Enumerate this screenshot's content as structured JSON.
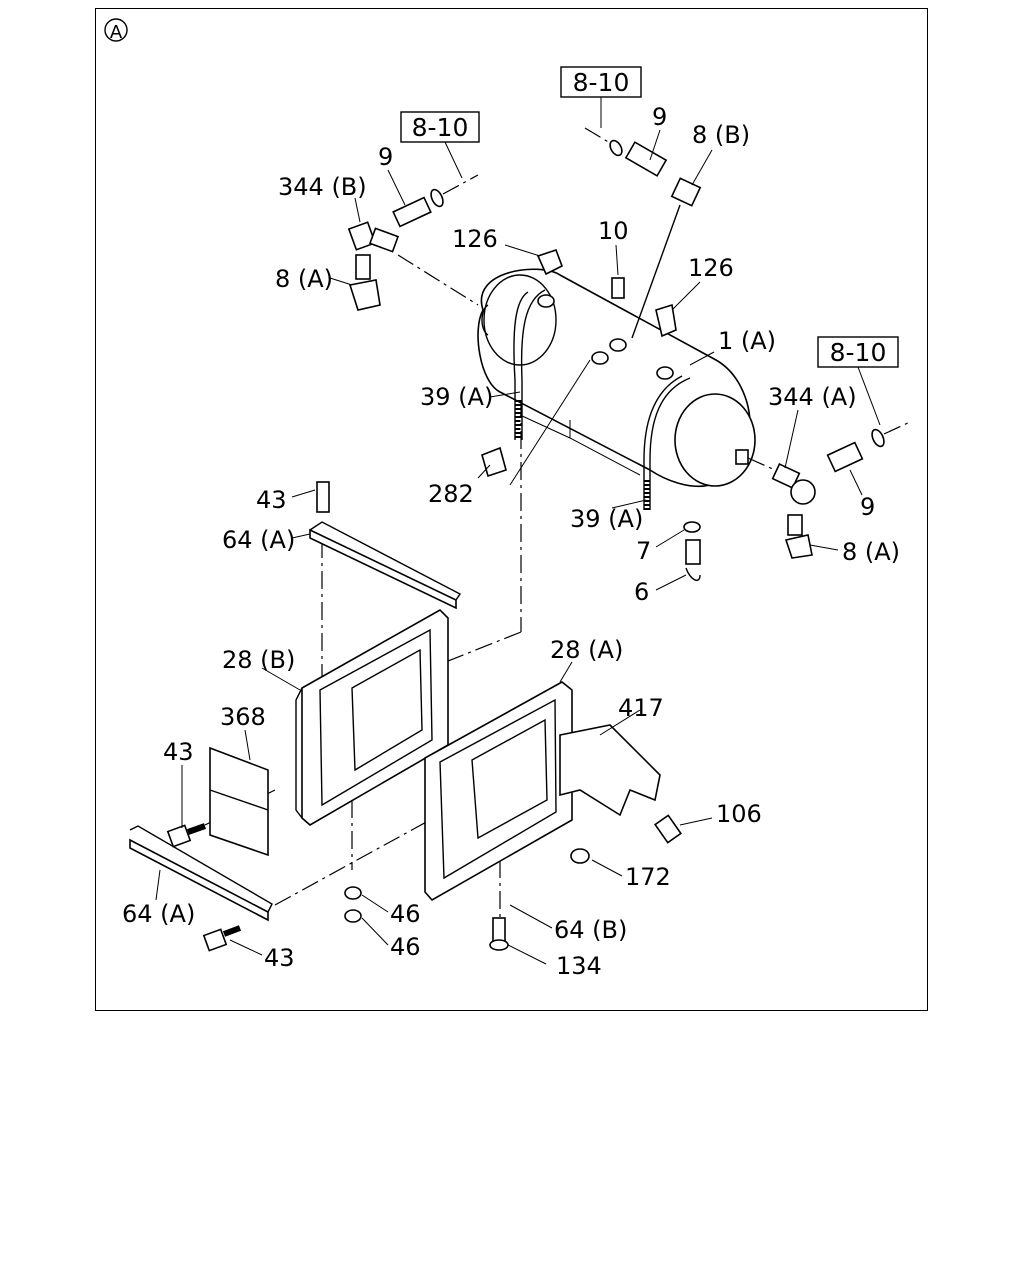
{
  "section_mark": "A",
  "colors": {
    "line": "#000000",
    "background": "#ffffff"
  },
  "references": [
    {
      "id": "ref-top-left",
      "text": "8-10"
    },
    {
      "id": "ref-top-center",
      "text": "8-10"
    },
    {
      "id": "ref-right",
      "text": "8-10"
    }
  ],
  "callouts": [
    {
      "id": "c-9-a",
      "text": "9"
    },
    {
      "id": "c-344b",
      "text": "344 (B)"
    },
    {
      "id": "c-8a-top",
      "text": "8 (A)"
    },
    {
      "id": "c-126-a",
      "text": "126"
    },
    {
      "id": "c-9-b",
      "text": "9"
    },
    {
      "id": "c-8b",
      "text": "8 (B)"
    },
    {
      "id": "c-10",
      "text": "10"
    },
    {
      "id": "c-126-b",
      "text": "126"
    },
    {
      "id": "c-1a",
      "text": "1 (A)"
    },
    {
      "id": "c-344a",
      "text": "344 (A)"
    },
    {
      "id": "c-39a-top",
      "text": "39 (A)"
    },
    {
      "id": "c-282",
      "text": "282"
    },
    {
      "id": "c-9-c",
      "text": "9"
    },
    {
      "id": "c-39a-bot",
      "text": "39 (A)"
    },
    {
      "id": "c-8a-right",
      "text": "8 (A)"
    },
    {
      "id": "c-43-top",
      "text": "43"
    },
    {
      "id": "c-64a-top",
      "text": "64 (A)"
    },
    {
      "id": "c-7",
      "text": "7"
    },
    {
      "id": "c-6",
      "text": "6"
    },
    {
      "id": "c-28b",
      "text": "28 (B)"
    },
    {
      "id": "c-28a",
      "text": "28 (A)"
    },
    {
      "id": "c-368",
      "text": "368"
    },
    {
      "id": "c-417",
      "text": "417"
    },
    {
      "id": "c-43-mid",
      "text": "43"
    },
    {
      "id": "c-106",
      "text": "106"
    },
    {
      "id": "c-172",
      "text": "172"
    },
    {
      "id": "c-64a-bot",
      "text": "64 (A)"
    },
    {
      "id": "c-46-a",
      "text": "46"
    },
    {
      "id": "c-46-b",
      "text": "46"
    },
    {
      "id": "c-64b",
      "text": "64 (B)"
    },
    {
      "id": "c-43-bot",
      "text": "43"
    },
    {
      "id": "c-134",
      "text": "134"
    }
  ]
}
